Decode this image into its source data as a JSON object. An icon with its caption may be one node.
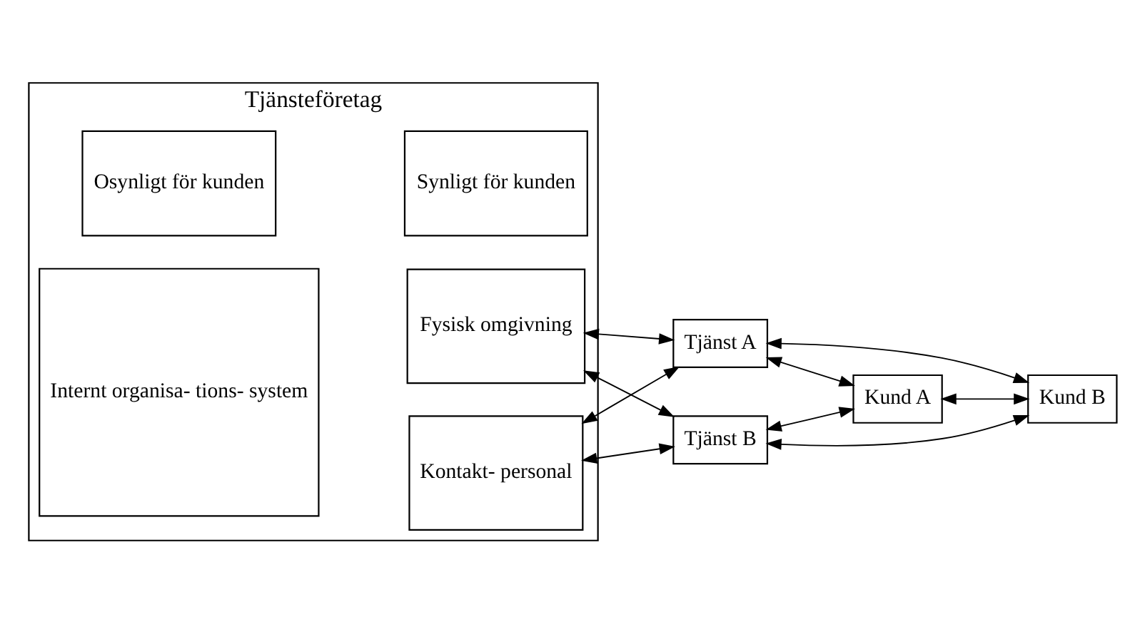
{
  "diagram": {
    "nodes": [
      {
        "text": [
          "Tjänsteföretag"
        ]
      },
      {
        "text": [
          "Osynligt för kunden"
        ],
        "in": 0
      },
      {
        "text": [
          "Synligt för kunden"
        ],
        "in": 0
      },
      {
        "text": [
          "Internt organisa- tions- system"
        ],
        "in": 0
      },
      {
        "text": [
          "Fysisk omgivning"
        ],
        "in": 0
      },
      {
        "text": [
          "Kontakt- personal"
        ],
        "in": 0
      },
      {
        "text": [
          "Tjänst A"
        ]
      },
      {
        "text": [
          "Tjänst B"
        ]
      },
      {
        "text": [
          "Kund A"
        ]
      },
      {
        "text": [
          "Kund B"
        ]
      }
    ],
    "edges": [
      {
        "from": 4,
        "to": 6,
        "arrow": "both"
      },
      {
        "from": 4,
        "to": 7,
        "arrow": "both"
      },
      {
        "from": 5,
        "to": 6,
        "arrow": "both"
      },
      {
        "from": 5,
        "to": 7,
        "arrow": "both"
      },
      {
        "from": 6,
        "to": 8,
        "arrow": "both"
      },
      {
        "from": 6,
        "to": 9,
        "arrow": "both"
      },
      {
        "from": 7,
        "to": 8,
        "arrow": "both"
      },
      {
        "from": 7,
        "to": 9,
        "arrow": "both"
      },
      {
        "from": 8,
        "to": 9,
        "arrow": "both"
      }
    ]
  }
}
